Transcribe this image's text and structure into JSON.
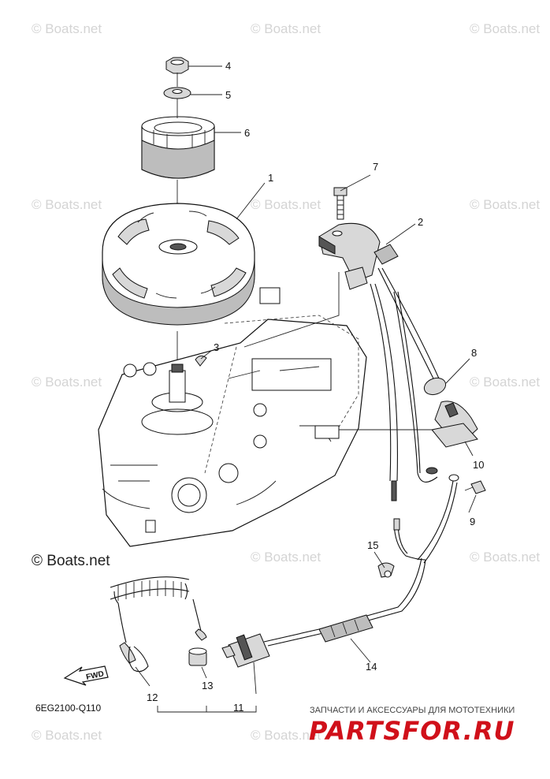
{
  "watermarks": [
    "© Boats.net",
    "© Boats.net",
    "© Boats.net",
    "© Boats.net",
    "© Boats.net",
    "© Boats.net",
    "© Boats.net",
    "© Boats.net",
    "© Boats.net",
    "© Boats.net",
    "© Boats.net"
  ],
  "main_watermark": "© Boats.net",
  "callouts": [
    "1",
    "2",
    "3",
    "4",
    "5",
    "6",
    "7",
    "8",
    "9",
    "10",
    "11",
    "12",
    "13",
    "14",
    "15"
  ],
  "fwd_label": "FWD",
  "diagram_code": "6EG2100-Q110",
  "banner": {
    "tagline": "ЗАПЧАСТИ И АКСЕССУАРЫ ДЛЯ МОТОТЕХНИКИ",
    "logo": "PARTSFOR.RU",
    "logo_color": "#d0101a"
  }
}
